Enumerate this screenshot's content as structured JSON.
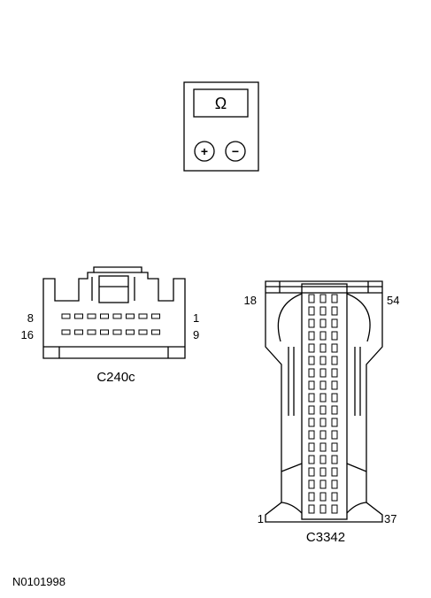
{
  "meter": {
    "display_symbol": "Ω",
    "positive_symbol": "+",
    "negative_symbol": "−"
  },
  "connector_c240c": {
    "label": "C240c",
    "pin_top_left": "8",
    "pin_bottom_left": "16",
    "pin_top_right": "1",
    "pin_bottom_right": "9",
    "rows": 2,
    "pins_per_row": 8
  },
  "connector_c3342": {
    "label": "C3342",
    "pin_top_left": "18",
    "pin_top_right": "54",
    "pin_bottom_left": "1",
    "pin_bottom_right": "37",
    "columns": 3,
    "pins_per_column": 18
  },
  "figure_id": "N0101998"
}
